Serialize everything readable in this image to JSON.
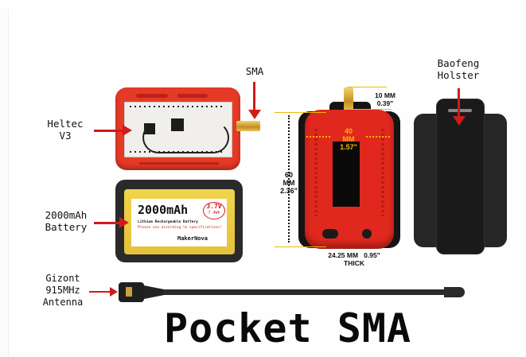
{
  "labels": {
    "heltec": "Heltec\nV3",
    "sma": "SMA",
    "battery": "2000mAh\nBattery",
    "holster": "Baofeng\nHolster",
    "antenna": "Gizont\n915MHz\nAntenna"
  },
  "battery_label": {
    "capacity": "2000mAh",
    "voltage": "3.7V",
    "energy": "7.4Wh",
    "line1": "Lithium Rechargeable Battery",
    "line2": "Please use according to specifications!",
    "brand": "MakerNova"
  },
  "dimensions": {
    "top": "10 MM\n0.39\"",
    "width": "40\nMM\n1.57\"",
    "height": "60\nMM\n2.36\"",
    "thickness": "24.25 MM   0.95\"\nTHICK"
  },
  "title": "Pocket SMA",
  "colors": {
    "case_red": "#e63a26",
    "arrow_red": "#d21a1a",
    "dimension_yellow": "#f2b705",
    "battery_yellow": "#e9c940"
  }
}
